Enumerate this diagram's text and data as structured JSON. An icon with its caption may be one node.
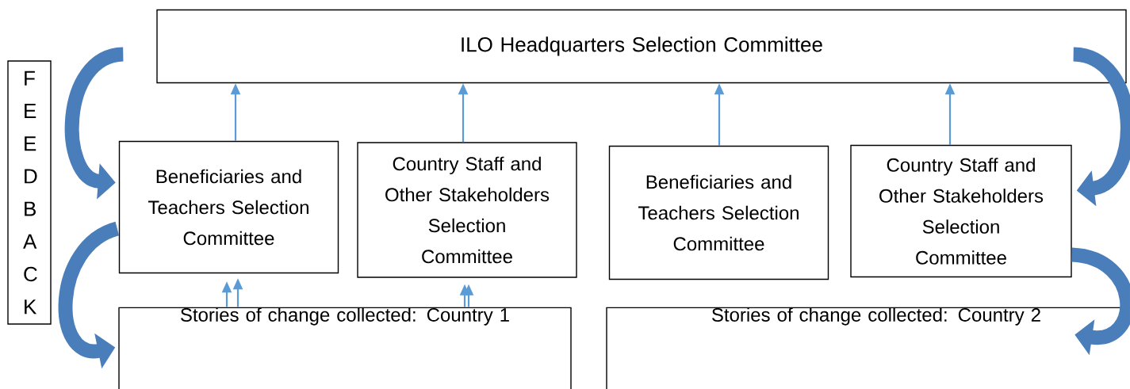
{
  "diagram": {
    "nodes": [
      {
        "text": [
          "ILO Headquarters Selection Committee"
        ]
      },
      {
        "text": [
          "Beneficiaries and Teachers Selection Committee"
        ]
      },
      {
        "text": [
          "Country Staff and Other Stakeholders Selection Committee"
        ]
      },
      {
        "text": [
          "Beneficiaries and Teachers Selection Committee"
        ]
      },
      {
        "text": [
          "Country Staff and Other Stakeholders Selection Committee"
        ]
      },
      {
        "text": [
          "Stories of change collected: Country 1"
        ]
      },
      {
        "text": [
          "Stories of change collected: Country 2"
        ]
      },
      {
        "text": [
          "F E E D B A C K"
        ]
      }
    ],
    "edges": [
      {
        "from": 1,
        "to": 0,
        "arrow": "to"
      },
      {
        "from": 2,
        "to": 0,
        "arrow": "to"
      },
      {
        "from": 3,
        "to": 0,
        "arrow": "to"
      },
      {
        "from": 4,
        "to": 0,
        "arrow": "to"
      },
      {
        "from": 5,
        "to": 1,
        "arrow": "to"
      },
      {
        "from": 5,
        "to": 1,
        "arrow": "to"
      },
      {
        "from": 5,
        "to": 2,
        "arrow": "to"
      },
      {
        "from": 5,
        "to": 2,
        "arrow": "to"
      },
      {
        "from": 0,
        "to": 1,
        "arrow": "to",
        "style": "thick",
        "color": "#4a7ebb"
      },
      {
        "from": 1,
        "to": 5,
        "arrow": "to",
        "style": "thick",
        "color": "#4a7ebb"
      },
      {
        "from": 0,
        "to": 4,
        "arrow": "to",
        "style": "thick",
        "color": "#4a7ebb"
      },
      {
        "from": 4,
        "to": 6,
        "arrow": "to",
        "style": "thick",
        "color": "#4a7ebb"
      }
    ]
  }
}
